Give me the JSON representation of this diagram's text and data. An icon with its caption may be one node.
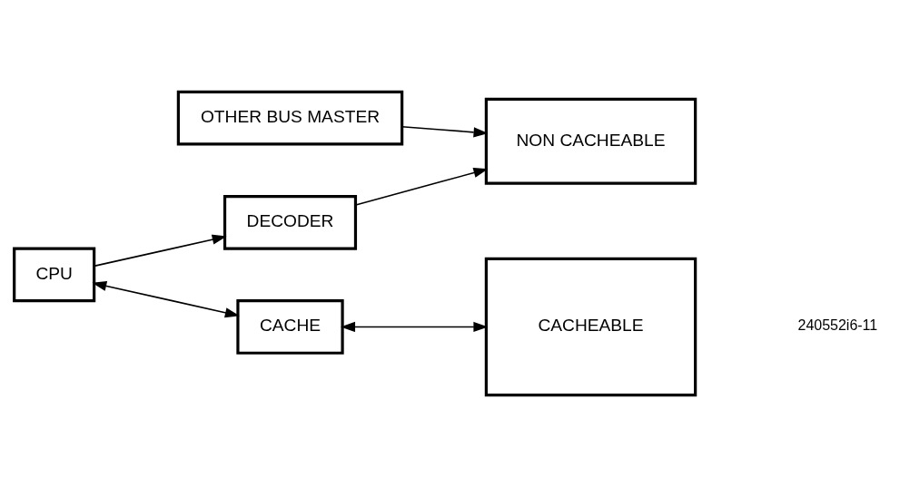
{
  "diagram": {
    "nodes": [
      {
        "text": [
          "OTHER BUS MASTER"
        ]
      },
      {
        "text": [
          "CPU"
        ]
      },
      {
        "text": [
          "DECODER"
        ]
      },
      {
        "text": [
          "NON CACHEABLE"
        ]
      },
      {
        "text": [
          "CACHE"
        ]
      },
      {
        "text": [
          "CACHEABLE"
        ]
      }
    ],
    "edges": [
      {
        "from": 1,
        "to": 2,
        "arrow": "to"
      },
      {
        "from": 2,
        "to": 3,
        "arrow": "to"
      },
      {
        "from": 0,
        "to": 3,
        "arrow": "to"
      },
      {
        "from": 1,
        "to": 4,
        "arrow": "both"
      },
      {
        "from": 4,
        "to": 5,
        "arrow": "both"
      }
    ],
    "labels": [
      "240552i6-11"
    ]
  }
}
